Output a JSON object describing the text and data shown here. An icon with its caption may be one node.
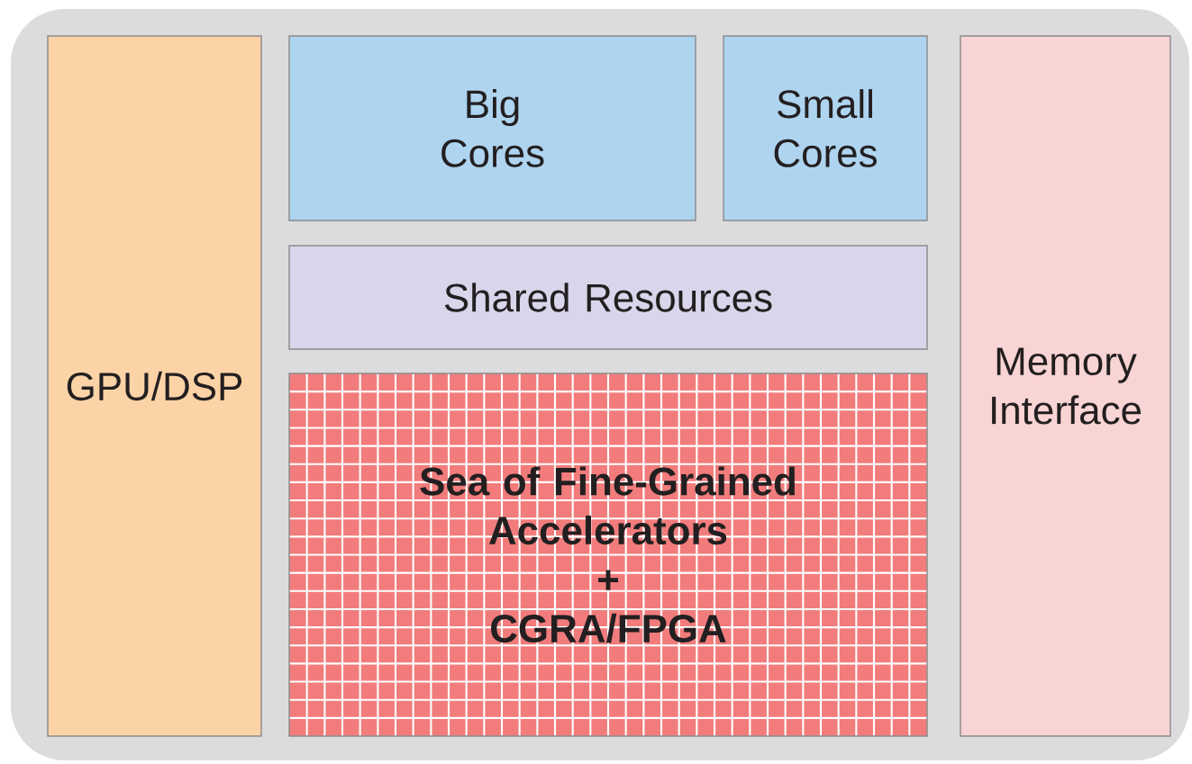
{
  "diagram": {
    "nodes": [
      {
        "text": [],
        "shape": "box"
      },
      {
        "text": [
          "GPU/DSP"
        ],
        "in": 0
      },
      {
        "text": [
          "Big Cores"
        ],
        "in": 0
      },
      {
        "text": [
          "Small Cores"
        ],
        "in": 0
      },
      {
        "text": [
          "Shared Resources"
        ],
        "in": 0
      },
      {
        "text": [
          "Sea of Fine-Grained Accelerators",
          "+",
          "CGRA/FPGA"
        ],
        "in": 0
      },
      {
        "text": [
          "Memory Interface"
        ],
        "in": 0
      }
    ]
  }
}
